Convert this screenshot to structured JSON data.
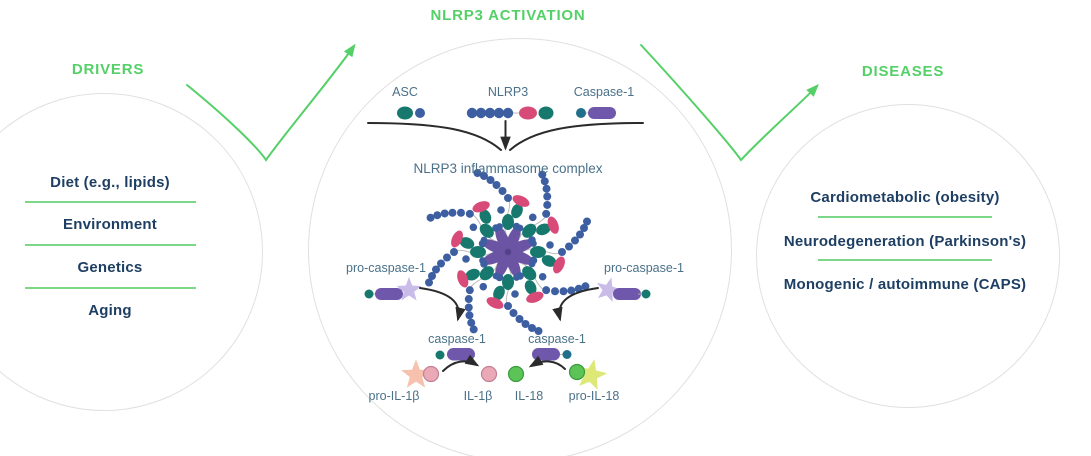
{
  "header": {
    "activation_title": "NLRP3 ACTIVATION"
  },
  "drivers": {
    "title": "DRIVERS",
    "items": [
      "Diet (e.g., lipids)",
      "Environment",
      "Genetics",
      "Aging"
    ]
  },
  "diseases": {
    "title": "DISEASES",
    "items": [
      "Cardiometabolic (obesity)",
      "Neurodegeneration (Parkinson's)",
      "Monogenic / autoimmune (CAPS)"
    ]
  },
  "activation": {
    "asc_label": "ASC",
    "nlrp3_label": "NLRP3",
    "caspase1_label": "Caspase-1",
    "complex_label": "NLRP3 inflammasome complex",
    "pro_caspase1_left_label": "pro-caspase-1",
    "pro_caspase1_right_label": "pro-caspase-1",
    "caspase1_left_label": "caspase-1",
    "caspase1_right_label": "caspase-1",
    "pro_il1b_label": "pro-IL-1β",
    "il1b_label": "IL-1β",
    "il18_label": "IL-18",
    "pro_il18_label": "pro-IL-18"
  },
  "icons": {
    "asc-icon": "teal-oval + blue-dot",
    "nlrp3-icon": "blue-bead-chain + magenta-oval + teal-oval",
    "caspase1-icon": "teal-dot + purple-capsule",
    "inflammasome-rosette-icon": "purple-flower core with teal/blue/magenta rings and blue bead arms",
    "pro-caspase1-icon": "lavender-star + purple-capsule + teal-dot",
    "pro-il1b-icon": "salmon-star + pink-circle",
    "il1b-icon": "pink-circle",
    "il18-icon": "green-circle",
    "pro-il18-icon": "lime-star + green-circle"
  },
  "colors": {
    "accent_green": "#55d068",
    "separator_green": "#7cd886",
    "heading_navy": "#1e3f63",
    "label_blue": "#4a7189",
    "teal": "#17796e",
    "teal_blue": "#20708c",
    "bead_blue": "#3d5fa2",
    "magenta": "#d84a78",
    "purple": "#6f58ab",
    "lavender": "#c9bce9",
    "flower_purple": "#6a54a3",
    "salmon_star": "#f6c2ad",
    "il1b_pink": "#e9a9b6",
    "il18_green": "#5cc356",
    "pro_il18_lime": "#dde876",
    "circle_border": "#e0e0e0",
    "arrow_black": "#2b2b2b"
  }
}
